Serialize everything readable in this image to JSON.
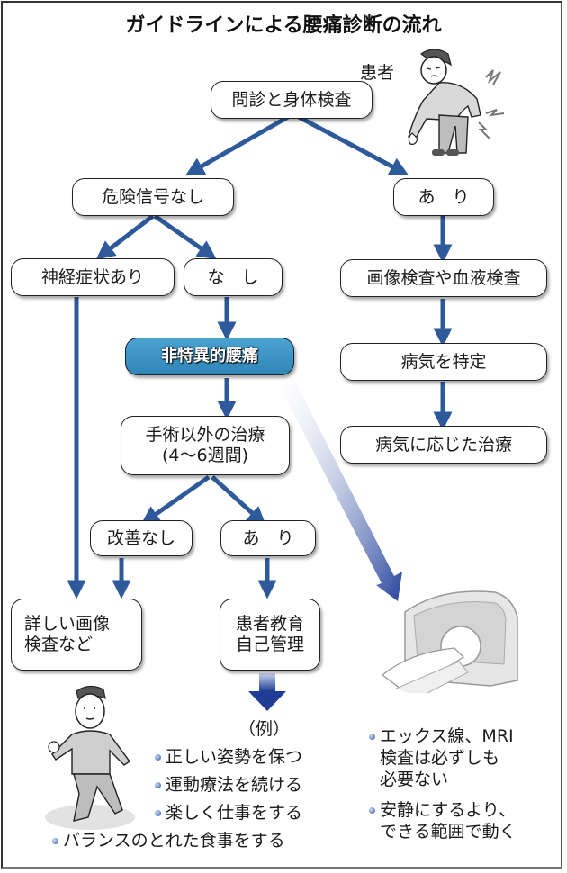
{
  "title": "ガイドラインによる腰痛診断の流れ",
  "patient_label": "患者",
  "nodes": {
    "exam": "問診と身体検査",
    "no_danger": "危険信号なし",
    "danger_yes": "あ　り",
    "neuro_yes": "神経症状あり",
    "neuro_no": "な　し",
    "nonspecific": "非特異的腰痛",
    "nonsurgical": "手術以外の治療\n(4〜6週間)",
    "no_improve": "改善なし",
    "improve_yes": "あ　り",
    "detailed_imaging": "詳しい画像\n検査など",
    "education": "患者教育\n自己管理",
    "imaging_blood": "画像検査や血液検査",
    "identify": "病気を特定",
    "treatment": "病気に応じた治療"
  },
  "examples": {
    "heading": "（例）",
    "items": [
      "正しい姿勢を保つ",
      "運動療法を続ける",
      "楽しく仕事をする",
      "バランスのとれた食事をする"
    ]
  },
  "notes": [
    "エックス線、MRI\n検査は必ずしも\n必要ない",
    "安静にするより、\nできる範囲で動く"
  ],
  "colors": {
    "arrow": "#2e5a9c",
    "highlight_box": "#3a96c8",
    "border": "#222222"
  },
  "illustrations": {
    "patient": "bent-over-man-back-pain-icon",
    "walker": "walking-man-icon",
    "scanner": "mri-scanner-icon"
  }
}
